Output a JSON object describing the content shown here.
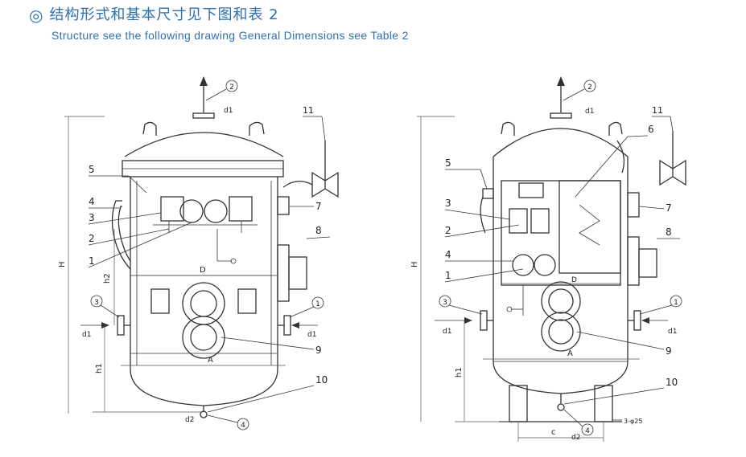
{
  "header": {
    "bullet": "◎",
    "title_cn": "结构形式和基本尺寸见下图和表 2",
    "title_en": "Structure see the following drawing General Dimensions see Table 2"
  },
  "colors": {
    "accent": "#2e6fb0",
    "line": "#333333"
  },
  "drawing_left": {
    "circle_labels": [
      "2",
      "3",
      "1",
      "4"
    ],
    "part_labels": [
      "5",
      "4",
      "3",
      "2",
      "1",
      "11",
      "7",
      "8",
      "9",
      "10"
    ],
    "dims": {
      "H": "H",
      "h1": "h1",
      "h2": "h2",
      "D": "D",
      "A": "A",
      "d1": "d1",
      "d2": "d2"
    }
  },
  "drawing_right": {
    "circle_labels": [
      "2",
      "3",
      "1",
      "4"
    ],
    "part_labels": [
      "5",
      "3",
      "2",
      "4",
      "1",
      "11",
      "6",
      "7",
      "8",
      "9",
      "10"
    ],
    "dims": {
      "H": "H",
      "h1": "h1",
      "D": "D",
      "A": "A",
      "c": "c",
      "d1": "d1",
      "d2": "d2",
      "holes": "3-φ25"
    }
  }
}
